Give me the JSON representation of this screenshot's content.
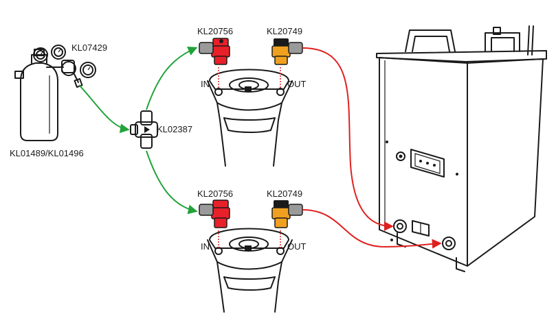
{
  "labels": {
    "regulator": "KL07429",
    "gas_bottle": "KL01489/KL01496",
    "tee": "KL02387",
    "gas_in_top": "KL20756",
    "liquid_out_top": "KL20749",
    "gas_in_bottom": "KL20756",
    "liquid_out_bottom": "KL20749",
    "in_top": "IN",
    "out_top": "OUT",
    "in_bottom": "IN",
    "out_bottom": "OUT"
  },
  "colors": {
    "gas_line": "#22a33a",
    "beer_line": "#e02020",
    "gas_disconnect": "#e8202a",
    "liquid_disconnect": "#f0a020",
    "fitting_grey": "#9a9a9a",
    "outline": "#1a1a1a"
  },
  "icons": [
    "gas-bottle-icon",
    "regulator-icon",
    "tee-fitting-icon",
    "keg-icon",
    "ball-lock-disconnect-icon",
    "chiller-unit-icon",
    "display-panel-icon"
  ]
}
